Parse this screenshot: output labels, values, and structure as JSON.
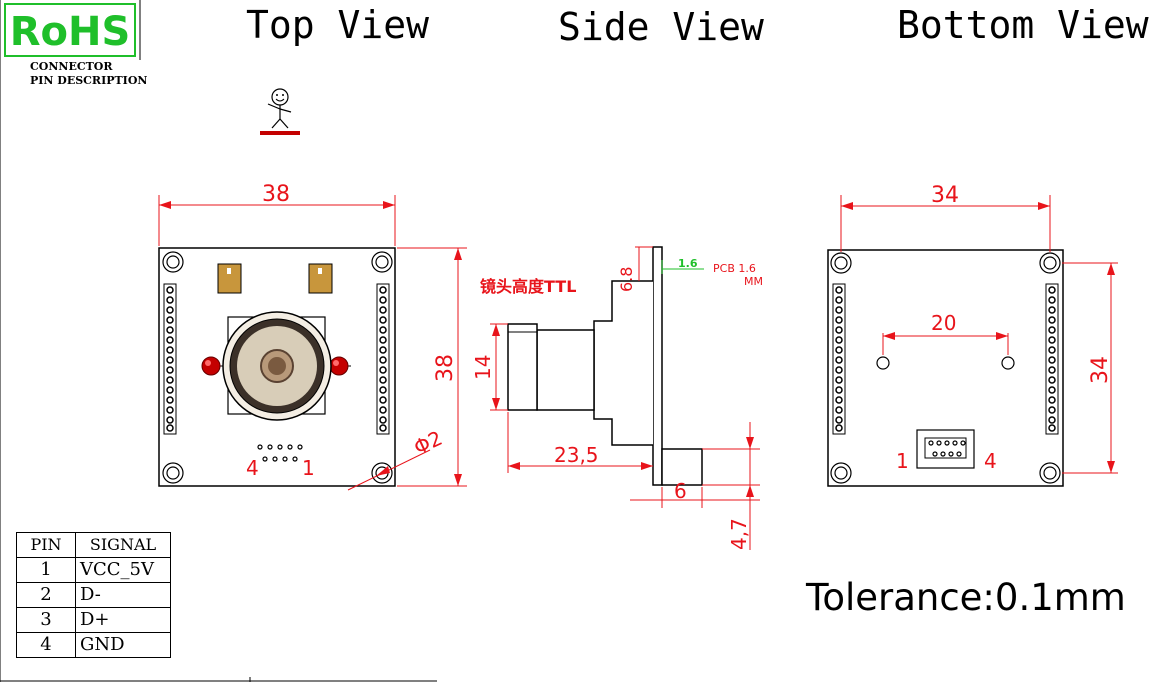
{
  "header": {
    "rohs": "RoHS",
    "connector_line1": "CONNECTOR",
    "connector_line2": "PIN DESCRIPTION"
  },
  "views": {
    "top": "Top View",
    "side": "Side View",
    "bottom": "Bottom View"
  },
  "top_view": {
    "width_dim": "38",
    "height_dim": "38",
    "hole_dim": "Φ2",
    "pin_left": "4",
    "pin_right": "1"
  },
  "side_view": {
    "lens_note": "镜头高度TTL",
    "dim_6_8": "6.8",
    "dim_1_6": "1.6",
    "pcb_note_1": "PCB 1.6",
    "pcb_note_2": "MM",
    "dim_14": "14",
    "dim_23_5": "23,5",
    "dim_6": "6",
    "dim_4_7": "4,7"
  },
  "bottom_view": {
    "width_dim": "34",
    "height_dim": "34",
    "inner_dim": "20",
    "pin_left": "1",
    "pin_right": "4"
  },
  "pin_table": {
    "headers": [
      "PIN",
      "SIGNAL"
    ],
    "rows": [
      {
        "pin": "1",
        "signal": "VCC_5V"
      },
      {
        "pin": "2",
        "signal": "D-"
      },
      {
        "pin": "3",
        "signal": "D+"
      },
      {
        "pin": "4",
        "signal": "GND"
      }
    ]
  },
  "tolerance": "Tolerance:0.1mm",
  "colors": {
    "dimension": "#e8141b",
    "rohs": "#1fbf2a",
    "connector_pad": "#c8963c",
    "led": "#c40000",
    "lens": "#b8997a"
  }
}
